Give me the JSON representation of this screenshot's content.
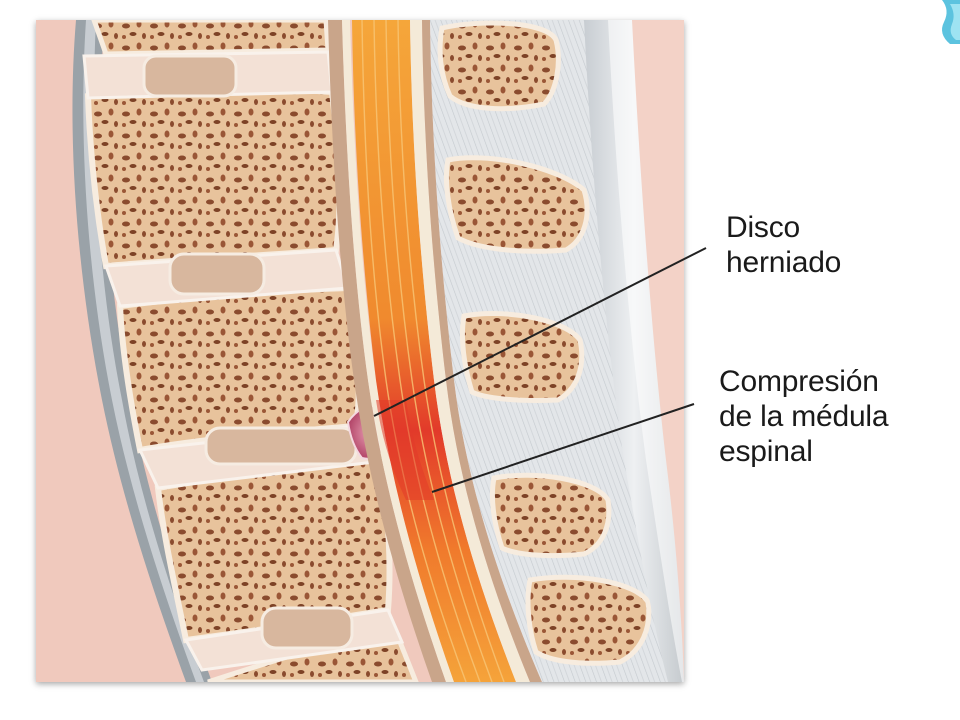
{
  "labels": {
    "herniated_disc": {
      "line1": "Disco",
      "line2": "herniado"
    },
    "compression": {
      "line1": "Compresión",
      "line2": "de la médula",
      "line3": "espinal"
    }
  },
  "colors": {
    "background_tissue": "#f0c9bd",
    "bone": "#e8c39c",
    "bone_pores": "#8a4b2e",
    "disc": "#d8b8a5",
    "spinal_cord": "#f2a134",
    "compression_red": "#e23a2a",
    "ligament": "#d9dde0",
    "herniation": "#b8486a",
    "leader_line": "#222222"
  }
}
